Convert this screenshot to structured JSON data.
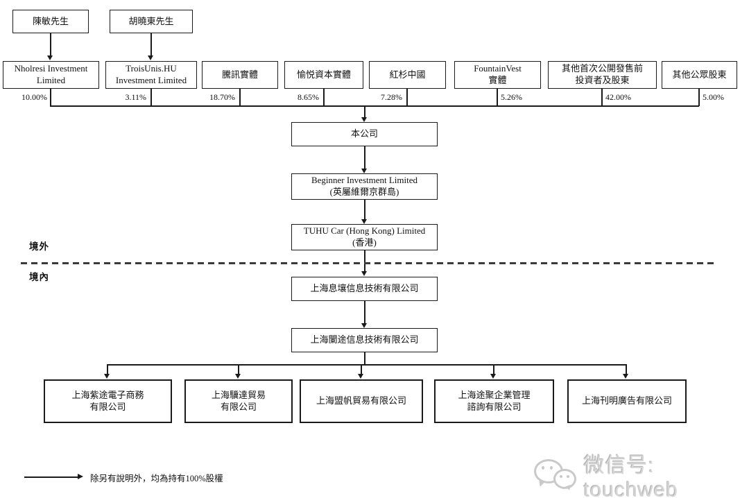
{
  "colors": {
    "diagram_line": "#1a1a1a",
    "watermark_gray": "#cbcbcb"
  },
  "individuals": [
    {
      "line1": "陳敏先生"
    },
    {
      "line1": "胡曉東先生"
    }
  ],
  "shareholders": [
    {
      "line1": "Nholresi Investment",
      "line2": "Limited",
      "pct": "10.00%"
    },
    {
      "line1": "TroisUnis.HU",
      "line2": "Investment Limited",
      "pct": "3.11%"
    },
    {
      "line1": "騰訊實體",
      "pct": "18.70%"
    },
    {
      "line1": "愉悦資本實體",
      "pct": "8.65%"
    },
    {
      "line1": "紅杉中國",
      "pct": "7.28%"
    },
    {
      "line1": "FountainVest",
      "line2": "實體",
      "pct": "5.26%"
    },
    {
      "line1": "其他首次公開發售前",
      "line2": "投資者及股東",
      "pct": "42.00%"
    },
    {
      "line1": "其他公眾股東",
      "pct": "5.00%"
    }
  ],
  "chain": [
    {
      "line1": "本公司"
    },
    {
      "line1": "Beginner Investment Limited",
      "line2": "(英屬維爾京群島)"
    },
    {
      "line1": "TUHU Car (Hong Kong) Limited",
      "line2": "(香港)"
    },
    {
      "line1": "上海息壤信息技術有限公司"
    },
    {
      "line1": "上海闌途信息技術有限公司"
    }
  ],
  "subsidiaries": [
    {
      "line1": "上海紫途電子商務",
      "line2": "有限公司"
    },
    {
      "line1": "上海驥達貿易",
      "line2": "有限公司"
    },
    {
      "line1": "上海盟帆貿易有限公司"
    },
    {
      "line1": "上海途聚企業管理",
      "line2": "諮詢有限公司"
    },
    {
      "line1": "上海刊明廣告有限公司"
    }
  ],
  "regions": {
    "offshore": "境外",
    "onshore": "境內"
  },
  "legend": {
    "text": "除另有說明外，均為持有100%股權"
  },
  "watermark": {
    "icon": "wechat-icon",
    "text": "微信号: touchweb"
  }
}
